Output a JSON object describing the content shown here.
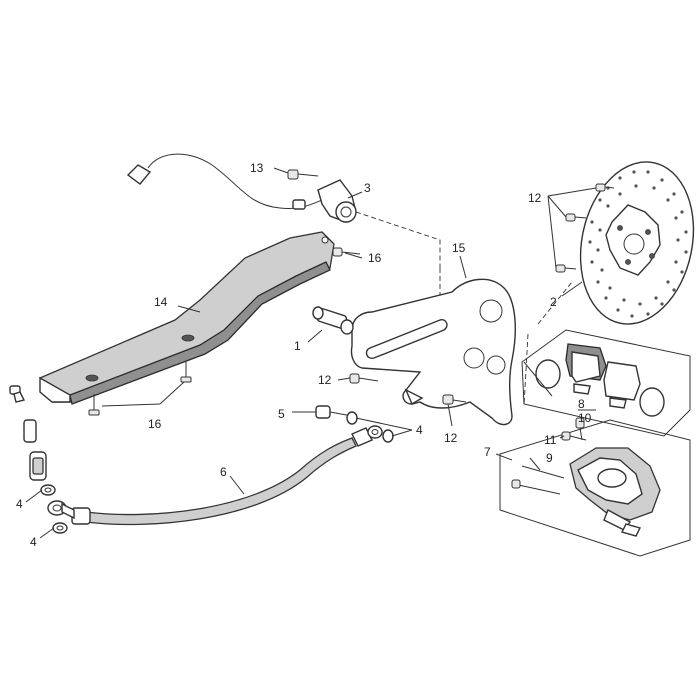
{
  "diagram": {
    "callouts": {
      "c1": "1",
      "c2": "2",
      "c3": "3",
      "c4a": "4",
      "c4b": "4",
      "c4c": "4",
      "c5": "5",
      "c6": "6",
      "c7": "7",
      "c8": "8",
      "c9": "9",
      "c10": "10",
      "c11": "11",
      "c12a": "12",
      "c12b": "12",
      "c12c": "12",
      "c13": "13",
      "c14": "14",
      "c15": "15",
      "c16a": "16",
      "c16b": "16"
    },
    "colors": {
      "line": "#333333",
      "part_fill": "#ffffff",
      "shade": "#cfcfcf",
      "dark": "#8f8f8f"
    }
  }
}
